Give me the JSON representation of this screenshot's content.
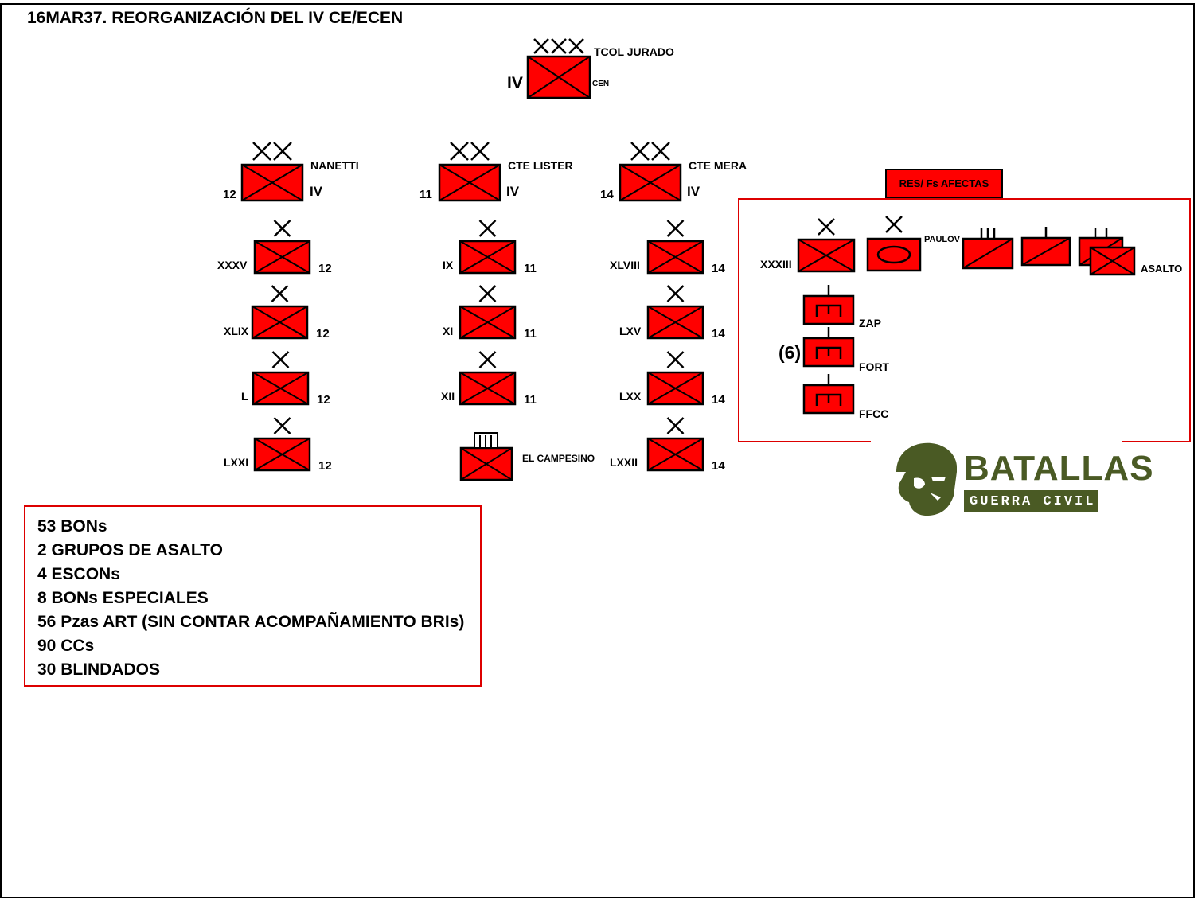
{
  "title": "16MAR37. REORGANIZACIÓN DEL IV CE/ECEN",
  "corps": {
    "numeral": "IV",
    "commander": "TCOL JURADO",
    "suffix": "CEN",
    "echelon": "XXX"
  },
  "divisions": [
    {
      "number": "12",
      "corps": "IV",
      "commander": "NANETTI",
      "echelon": "XX",
      "brigades": [
        {
          "name": "XXXV",
          "division": "12"
        },
        {
          "name": "XLIX",
          "division": "12"
        },
        {
          "name": "L",
          "division": "12"
        },
        {
          "name": "LXXI",
          "division": "12"
        }
      ]
    },
    {
      "number": "11",
      "corps": "IV",
      "commander": "CTE LISTER",
      "echelon": "XX",
      "brigades": [
        {
          "name": "IX",
          "division": "11"
        },
        {
          "name": "XI",
          "division": "11"
        },
        {
          "name": "XII",
          "division": "11"
        }
      ],
      "special_unit": "EL CAMPESINO"
    },
    {
      "number": "14",
      "corps": "IV",
      "commander": "CTE MERA",
      "echelon": "XX",
      "brigades": [
        {
          "name": "XLVIII",
          "division": "14"
        },
        {
          "name": "LXV",
          "division": "14"
        },
        {
          "name": "LXX",
          "division": "14"
        },
        {
          "name": "LXXII",
          "division": "14"
        }
      ]
    }
  ],
  "reserve": {
    "label": "RES/ Fs AFECTAS",
    "brigade": "XXXIII",
    "cavalry": "PAULOV",
    "assault": "ASALTO",
    "engineers_count": "(6)",
    "engineers": [
      "ZAP",
      "FORT",
      "FFCC"
    ]
  },
  "summary": [
    "53 BONs",
    "2 GRUPOS DE ASALTO",
    "4 ESCONs",
    "8 BONs ESPECIALES",
    "56 Pzas ART (SIN CONTAR ACOMPAÑAMIENTO BRIs)",
    "90 CCs",
    "30 BLINDADOS"
  ],
  "brand": {
    "name": "BATALLAS",
    "subtitle": "GUERRA CIVIL"
  },
  "colors": {
    "unit_fill": "#ff0000",
    "frame": "#000000",
    "reserve_border": "#dd0000",
    "brand": "#4a5a24"
  }
}
